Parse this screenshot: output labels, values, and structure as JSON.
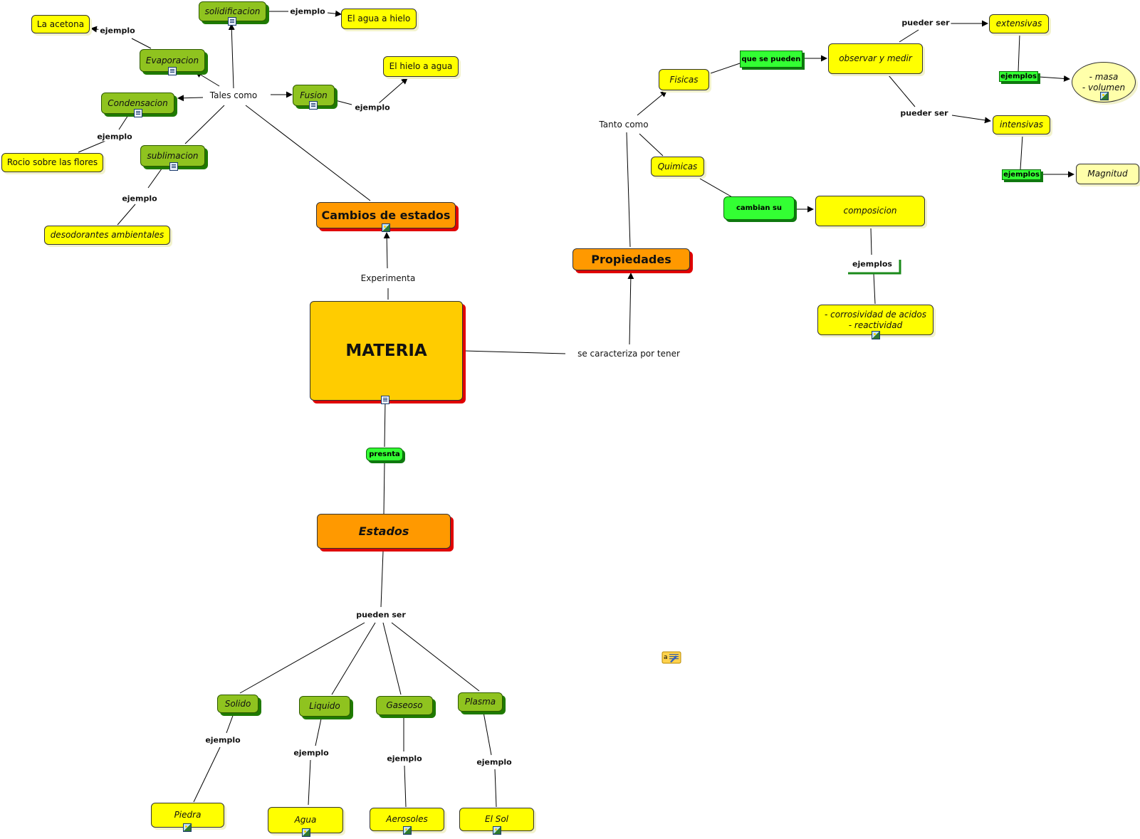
{
  "colors": {
    "concept_yellow": "#ffff00",
    "concept_green": "#8fc31f",
    "concept_orange": "#ff9900",
    "main_concept": "#ffcc00",
    "link_label_green": "#33ff33",
    "shadow_red": "#e00000"
  },
  "nodes": {
    "materia": "MATERIA",
    "cambios": "Cambios de estados",
    "estados": "Estados",
    "propiedades": "Propiedades",
    "solidificacion": "solidificacion",
    "evaporacion": "Evaporacion",
    "condensacion": "Condensacion",
    "sublimacion": "sublimacion",
    "fusion": "Fusion",
    "acetona": "La acetona",
    "agua_hielo": "El agua a hielo",
    "hielo_agua": "El hielo a agua",
    "rocio": "Rocio sobre las flores",
    "desodorantes": "desodorantes ambientales",
    "solido": "Solido",
    "liquido": "Liquido",
    "gaseoso": "Gaseoso",
    "plasma": "Plasma",
    "piedra": "Piedra",
    "agua": "Agua",
    "aerosoles": "Aerosoles",
    "sol": "El Sol",
    "fisicas": "Fisicas",
    "quimicas": "Quimicas",
    "observar": "observar y medir",
    "extensivas": "extensivas",
    "intensivas": "intensivas",
    "masa": "- masa",
    "volumen": "- volumen",
    "magnitud": "Magnitud",
    "composicion": "composicion",
    "corrosividad": "- corrosividad de acidos",
    "reactividad": "- reactividad"
  },
  "labels": {
    "experimenta": "Experimenta",
    "tales_como": "Tales como",
    "ejemplo": "ejemplo",
    "presnta": "presnta",
    "pueden_ser": "pueden ser",
    "se_caracteriza": "se caracteriza por tener",
    "tanto_como": "Tanto como",
    "que_se_pueden": "que se pueden",
    "pueder_ser": "pueder ser",
    "ejemplos": "ejemplos",
    "cambian_su": "cambian su"
  },
  "icons": {
    "document": "document-icon",
    "image": "image-icon",
    "note": "note-icon"
  }
}
